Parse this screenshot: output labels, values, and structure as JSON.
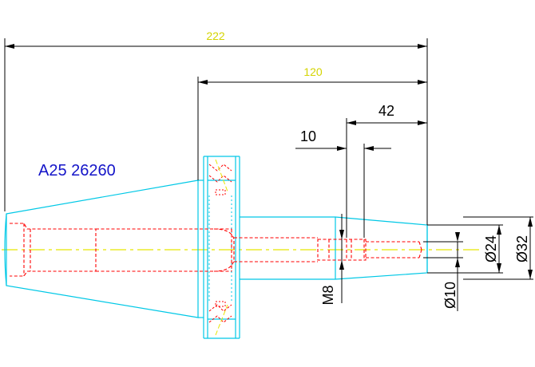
{
  "part_label": "A25 26260",
  "dimensions": {
    "overall_length": "222",
    "body_length": "120",
    "nose_length": "42",
    "thread_depth": "10",
    "thread": "M8",
    "bore_diameter": "Ø10",
    "nose_small_diameter": "Ø24",
    "nose_large_diameter": "Ø32"
  },
  "colors": {
    "outline": "#00c8e6",
    "hidden": "#ff0000",
    "centerline": "#e6e600",
    "dimension": "#000000",
    "yellow_dim_text": "#d4d400",
    "label": "#1414c8"
  }
}
